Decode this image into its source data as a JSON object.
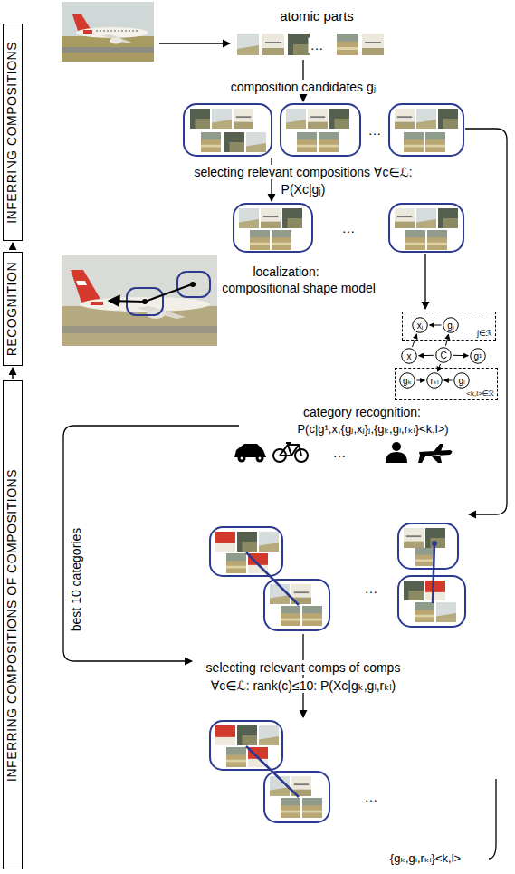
{
  "diagram": {
    "nodes": [
      {
        "text": [
          "INFERRING COMPOSITIONS"
        ]
      },
      {
        "text": [
          "RECOGNITION"
        ]
      },
      {
        "text": [
          "INFERRING COMPOSITIONS OF COMPOSITIONS"
        ]
      },
      {
        "text": [
          "j∈ℛ"
        ]
      },
      {
        "text": [
          "xⱼ"
        ],
        "in": 3
      },
      {
        "text": [
          "gⱼ"
        ],
        "in": 3
      },
      {
        "text": [
          "x"
        ]
      },
      {
        "text": [
          "C"
        ]
      },
      {
        "text": [
          "g¹"
        ]
      },
      {
        "text": [
          "<k,l>∈ℛ"
        ]
      },
      {
        "text": [
          "gₖ"
        ],
        "in": 9
      },
      {
        "text": [
          "rₖₗ"
        ],
        "in": 9
      },
      {
        "text": [
          "gₗ"
        ],
        "in": 9
      }
    ],
    "edges": [
      {
        "from": 1,
        "to": 0,
        "arrow": "to"
      },
      {
        "from": 2,
        "to": 1,
        "arrow": "to"
      },
      {
        "from": 7,
        "to": 5,
        "arrow": "to"
      },
      {
        "from": 5,
        "to": 4,
        "arrow": "to"
      },
      {
        "from": 7,
        "to": 6,
        "arrow": "to"
      },
      {
        "from": 6,
        "to": 4,
        "arrow": "to"
      },
      {
        "from": 7,
        "to": 8,
        "arrow": "to"
      },
      {
        "from": 7,
        "to": 11,
        "arrow": "to"
      },
      {
        "from": 10,
        "to": 11,
        "arrow": "to"
      },
      {
        "from": 12,
        "to": 11,
        "arrow": "to"
      }
    ],
    "labels": [
      "atomic parts",
      "…",
      "composition candidates gⱼ",
      "…",
      "selecting relevant compositions ∀c∈ℒ:",
      "P(Xc|gⱼ)",
      "…",
      "localization:",
      "compositional shape model",
      "category recognition:",
      "P(c|g¹,x,{gⱼ,xⱼ}ⱼ,{gₖ,gₗ,rₖₗ}<k,l>)",
      "…",
      "best 10 categories",
      "…",
      "selecting relevant comps of comps",
      "∀c∈ℒ: rank(c)≤10: P(Xc|gₖ,gₗ,rₖₗ)",
      "…",
      "{gₖ,gₗ,rₖₗ}<k,l>"
    ]
  }
}
